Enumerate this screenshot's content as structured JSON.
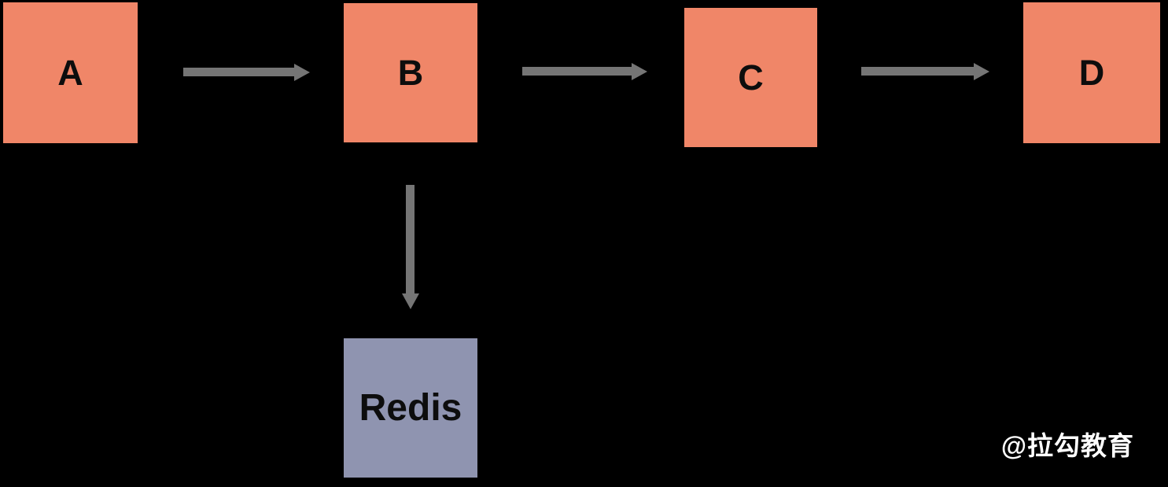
{
  "diagram": {
    "nodes": [
      {
        "id": "A",
        "label": "A"
      },
      {
        "id": "B",
        "label": "B"
      },
      {
        "id": "C",
        "label": "C"
      },
      {
        "id": "D",
        "label": "D"
      },
      {
        "id": "Redis",
        "label": "Redis"
      }
    ],
    "edges": [
      {
        "from": "A",
        "to": "B",
        "direction": "right"
      },
      {
        "from": "B",
        "to": "C",
        "direction": "right"
      },
      {
        "from": "C",
        "to": "D",
        "direction": "right"
      },
      {
        "from": "B",
        "to": "Redis",
        "direction": "down"
      }
    ],
    "colors": {
      "node_fill": "#f08668",
      "redis_fill": "#8f94b0",
      "arrow": "#757575",
      "background": "#000000",
      "label": "#0d0d0d"
    }
  },
  "watermark": {
    "text": "@拉勾教育",
    "color": "#ffffff"
  }
}
